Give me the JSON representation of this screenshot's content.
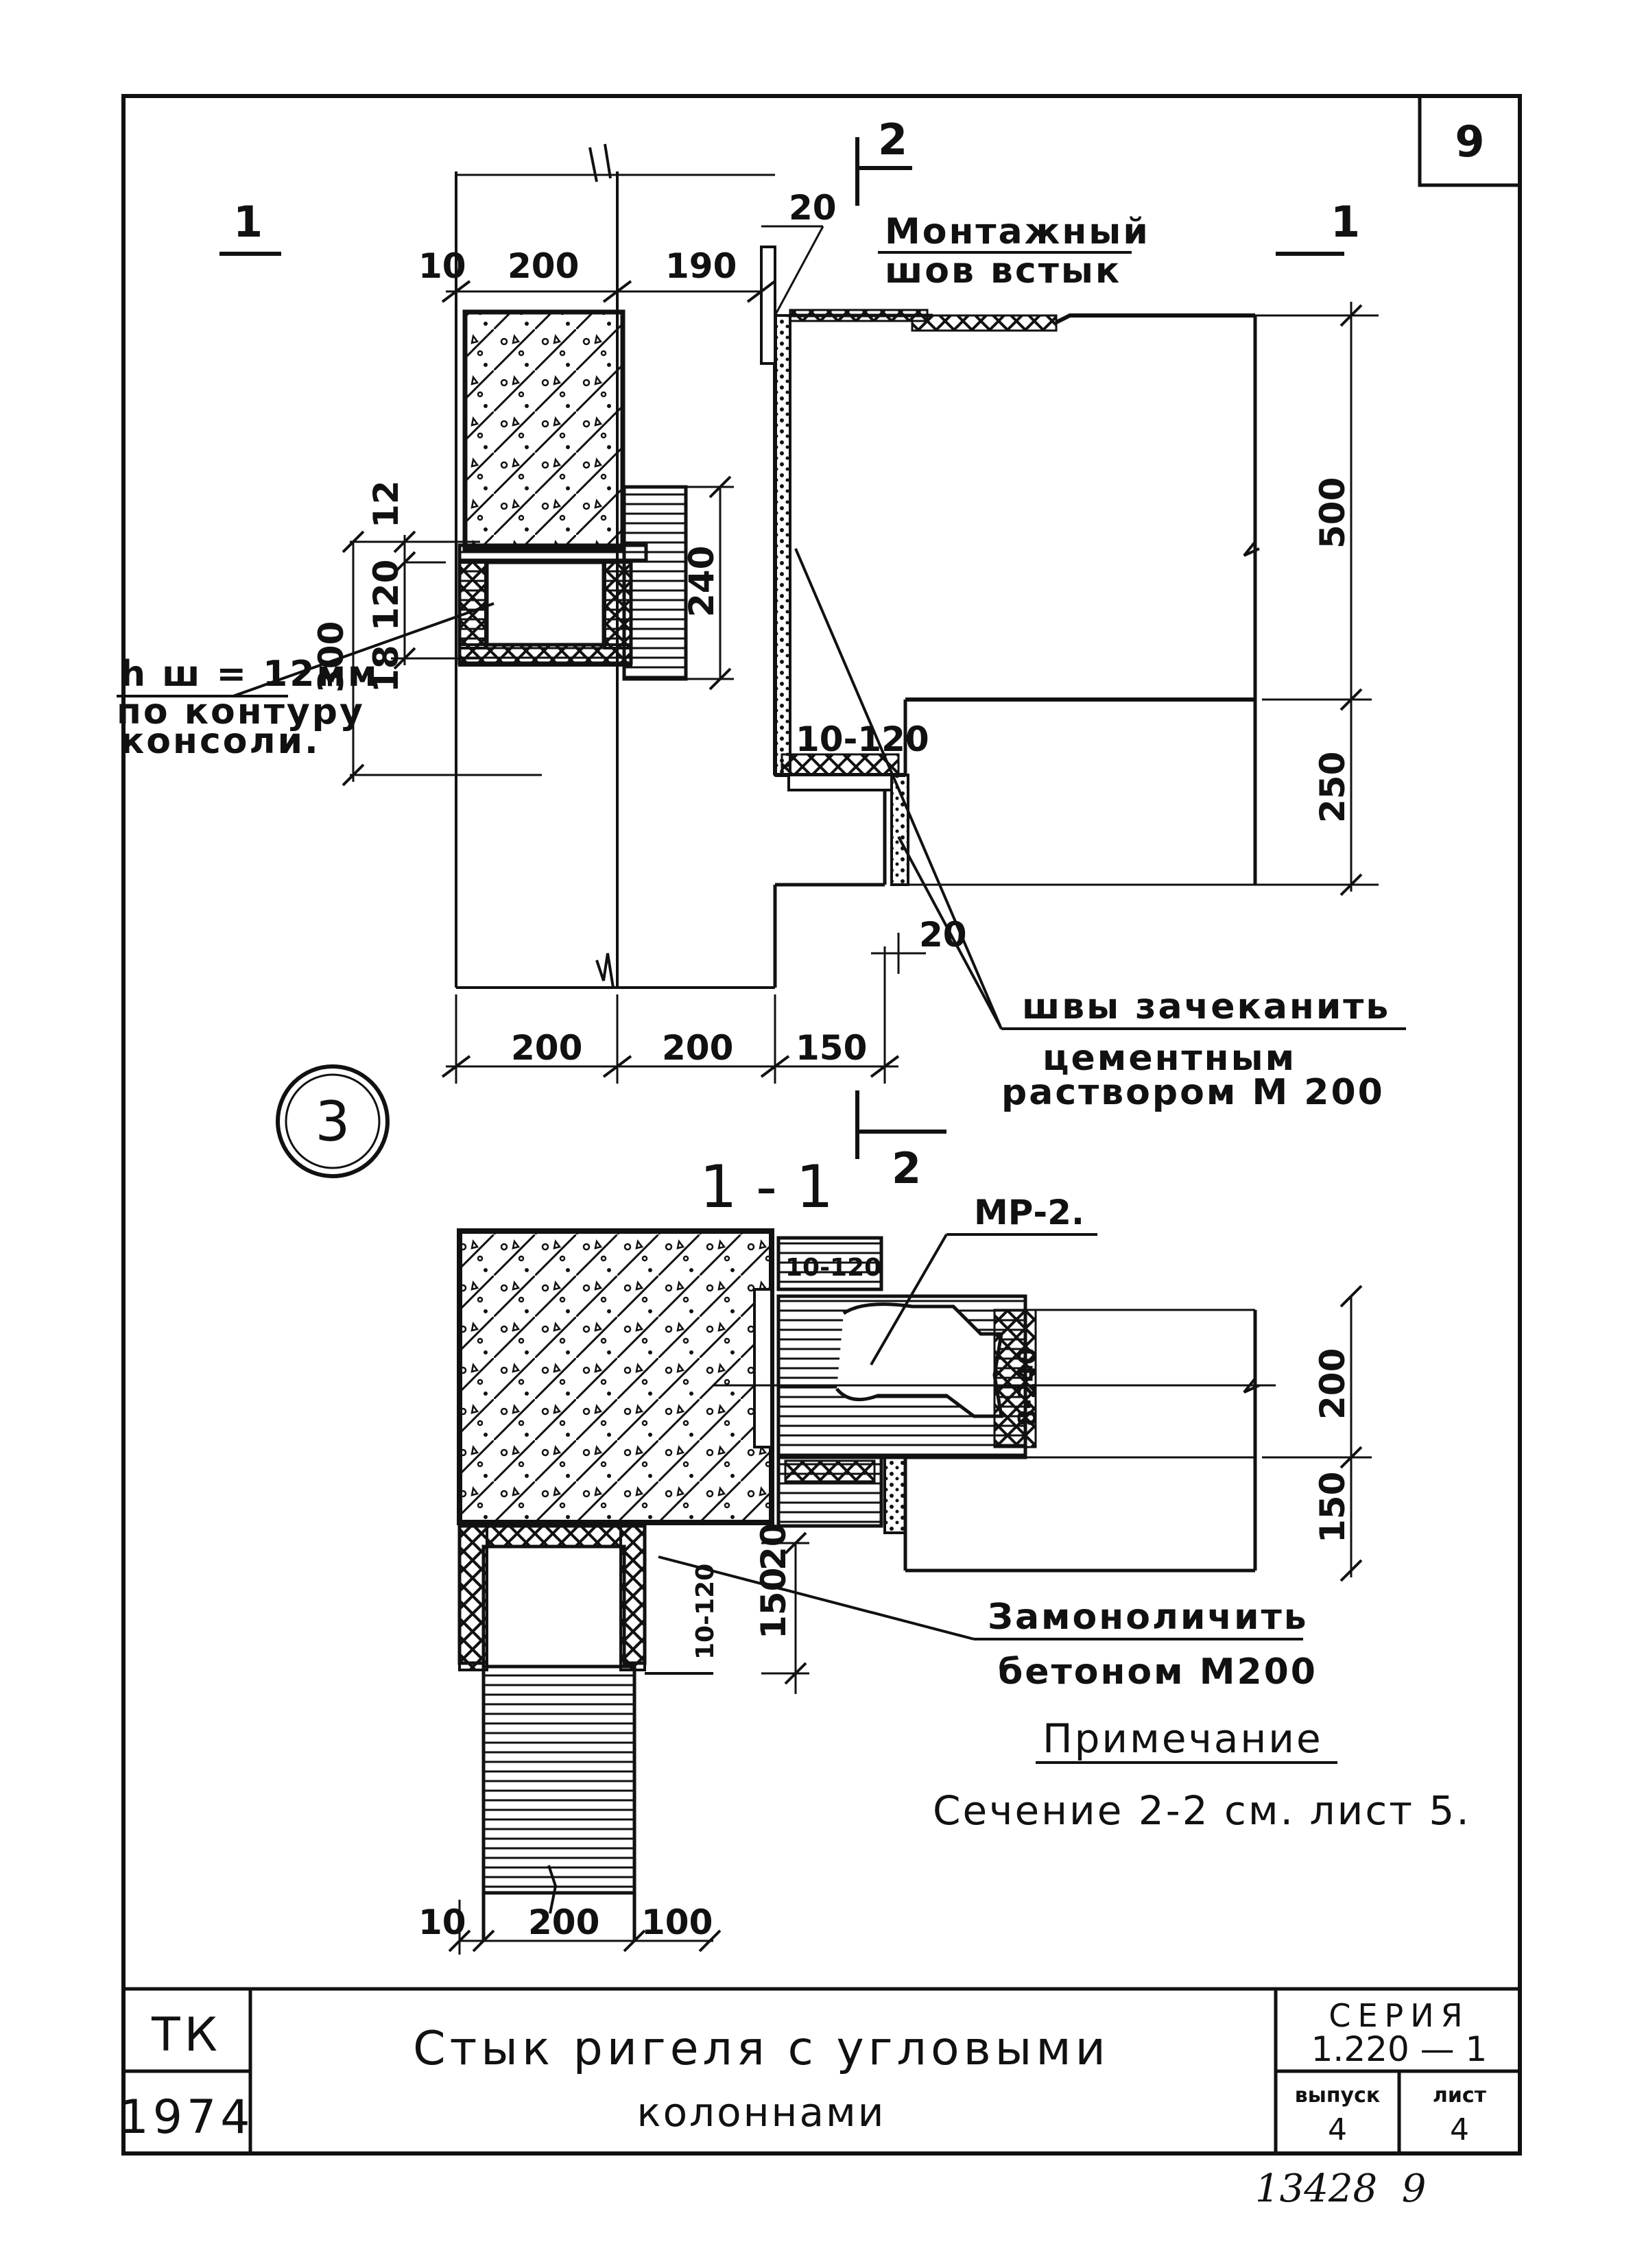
{
  "sheet_number": "9",
  "detail_number": "3",
  "section_marks": {
    "mark_1_left": "1",
    "mark_1_right": "1",
    "mark_2_top": "2",
    "mark_2_bottom": "2",
    "section_title": "1 - 1"
  },
  "plan_view": {
    "dims_top": [
      "10",
      "200",
      "190"
    ],
    "dim_gap": "20",
    "dims_bottom": [
      "200",
      "200",
      "150"
    ],
    "dims_left": [
      "12",
      "120",
      "18",
      "300"
    ],
    "dim_240": "240",
    "dim_500": "500",
    "dim_250": "250",
    "dim_10_120": "10-120",
    "dim_20_lower": "20",
    "label_weld_line1": "Монтажный",
    "label_weld_line2": "шов встык",
    "label_hw_line1": "h ш = 12мм",
    "label_hw_line2": "по контуру",
    "label_hw_line3": "консоли.",
    "label_caulk_line1": "швы зачеканить",
    "label_caulk_line2": "цементным",
    "label_caulk_line3": "раствором М 200"
  },
  "section_view": {
    "label_mr": "МР-2.",
    "dim_10_120_top": "10-120",
    "dim_10_120_bottom": "10-120",
    "dim_8_240": "8-240",
    "dim_200": "200",
    "dim_150_right": "150",
    "dim_150_left": "150",
    "dim_20": "20",
    "dims_bottom": [
      "10",
      "200",
      "100"
    ],
    "label_monolith_line1": "Замоноличить",
    "label_monolith_line2": "бетоном М200"
  },
  "note": {
    "title": "Примечание",
    "text": "Сечение 2-2 см. лист 5."
  },
  "title_block": {
    "org": "ТК",
    "year": "1974",
    "title_line1": "Стык ригеля с угловыми",
    "title_line2": "колоннами",
    "series_label": "СЕРИЯ",
    "series_value": "1.220 — 1",
    "issue_label": "выпуск",
    "issue_value": "4",
    "sheet_label": "лист",
    "sheet_value": "4"
  },
  "footer_handwritten": "13428  9"
}
